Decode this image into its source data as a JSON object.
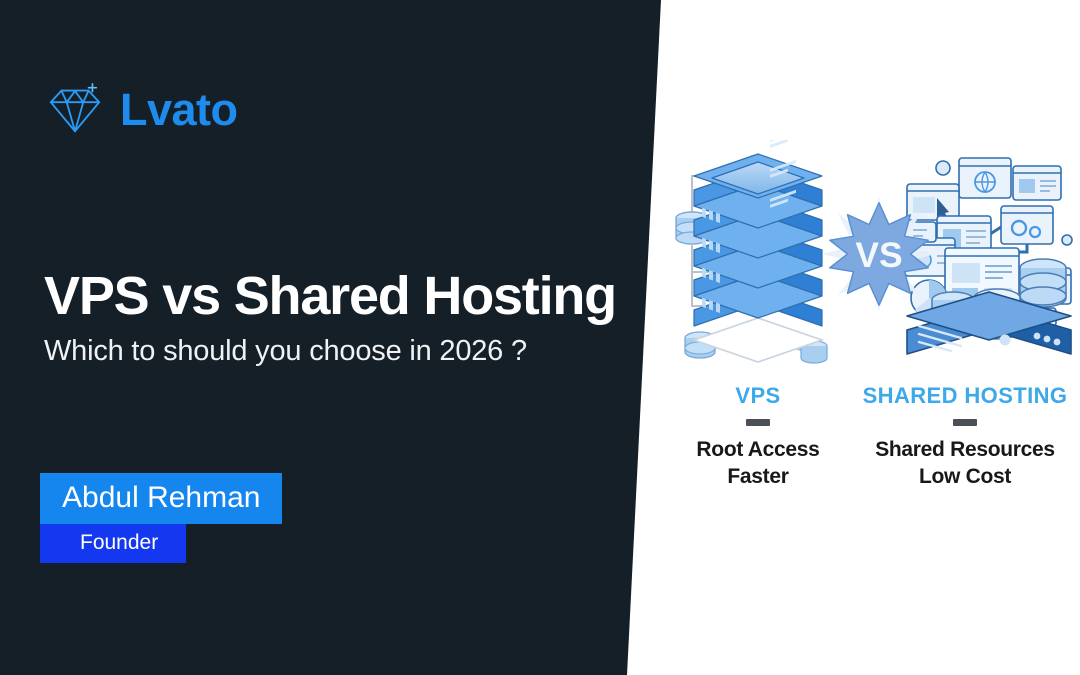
{
  "colors": {
    "panel_dark": "#141f28",
    "background": "#ffffff",
    "brand_blue": "#1e8bee",
    "badge_name_bg": "#1686ef",
    "badge_role_bg": "#1438ef",
    "caption_title": "#3da9e8",
    "caption_text": "#16181a",
    "rule_gray": "#4a5056"
  },
  "brand": {
    "name": "Lvato",
    "logo_icon": "diamond-icon",
    "sparkle_icon": "sparkle-icon"
  },
  "headline": {
    "title": "VPS vs Shared Hosting",
    "subtitle": "Which to should you choose in 2026 ?"
  },
  "author": {
    "name": "Abdul Rehman",
    "role": "Founder"
  },
  "comparison": {
    "versus_label": "VS",
    "columns": [
      {
        "id": "vps",
        "title": "VPS",
        "illustration": "server-stack-icon",
        "features": [
          "Root Access",
          "Faster"
        ]
      },
      {
        "id": "shared-hosting",
        "title": "SHARED HOSTING",
        "illustration": "shared-server-cloud-icon",
        "features": [
          "Shared Resources",
          "Low Cost"
        ]
      }
    ]
  }
}
